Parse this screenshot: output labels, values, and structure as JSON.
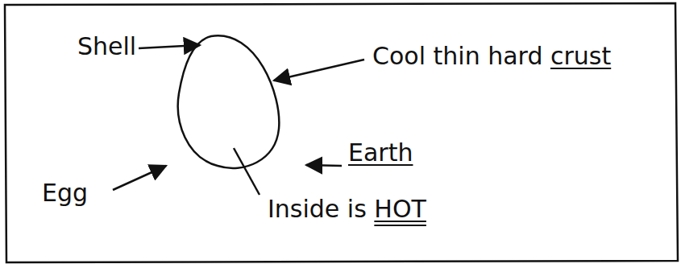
{
  "diagram": {
    "labels": [
      "Shell",
      "Cool thin hard crust",
      "Egg",
      "Earth",
      "Inside is HOT"
    ]
  }
}
